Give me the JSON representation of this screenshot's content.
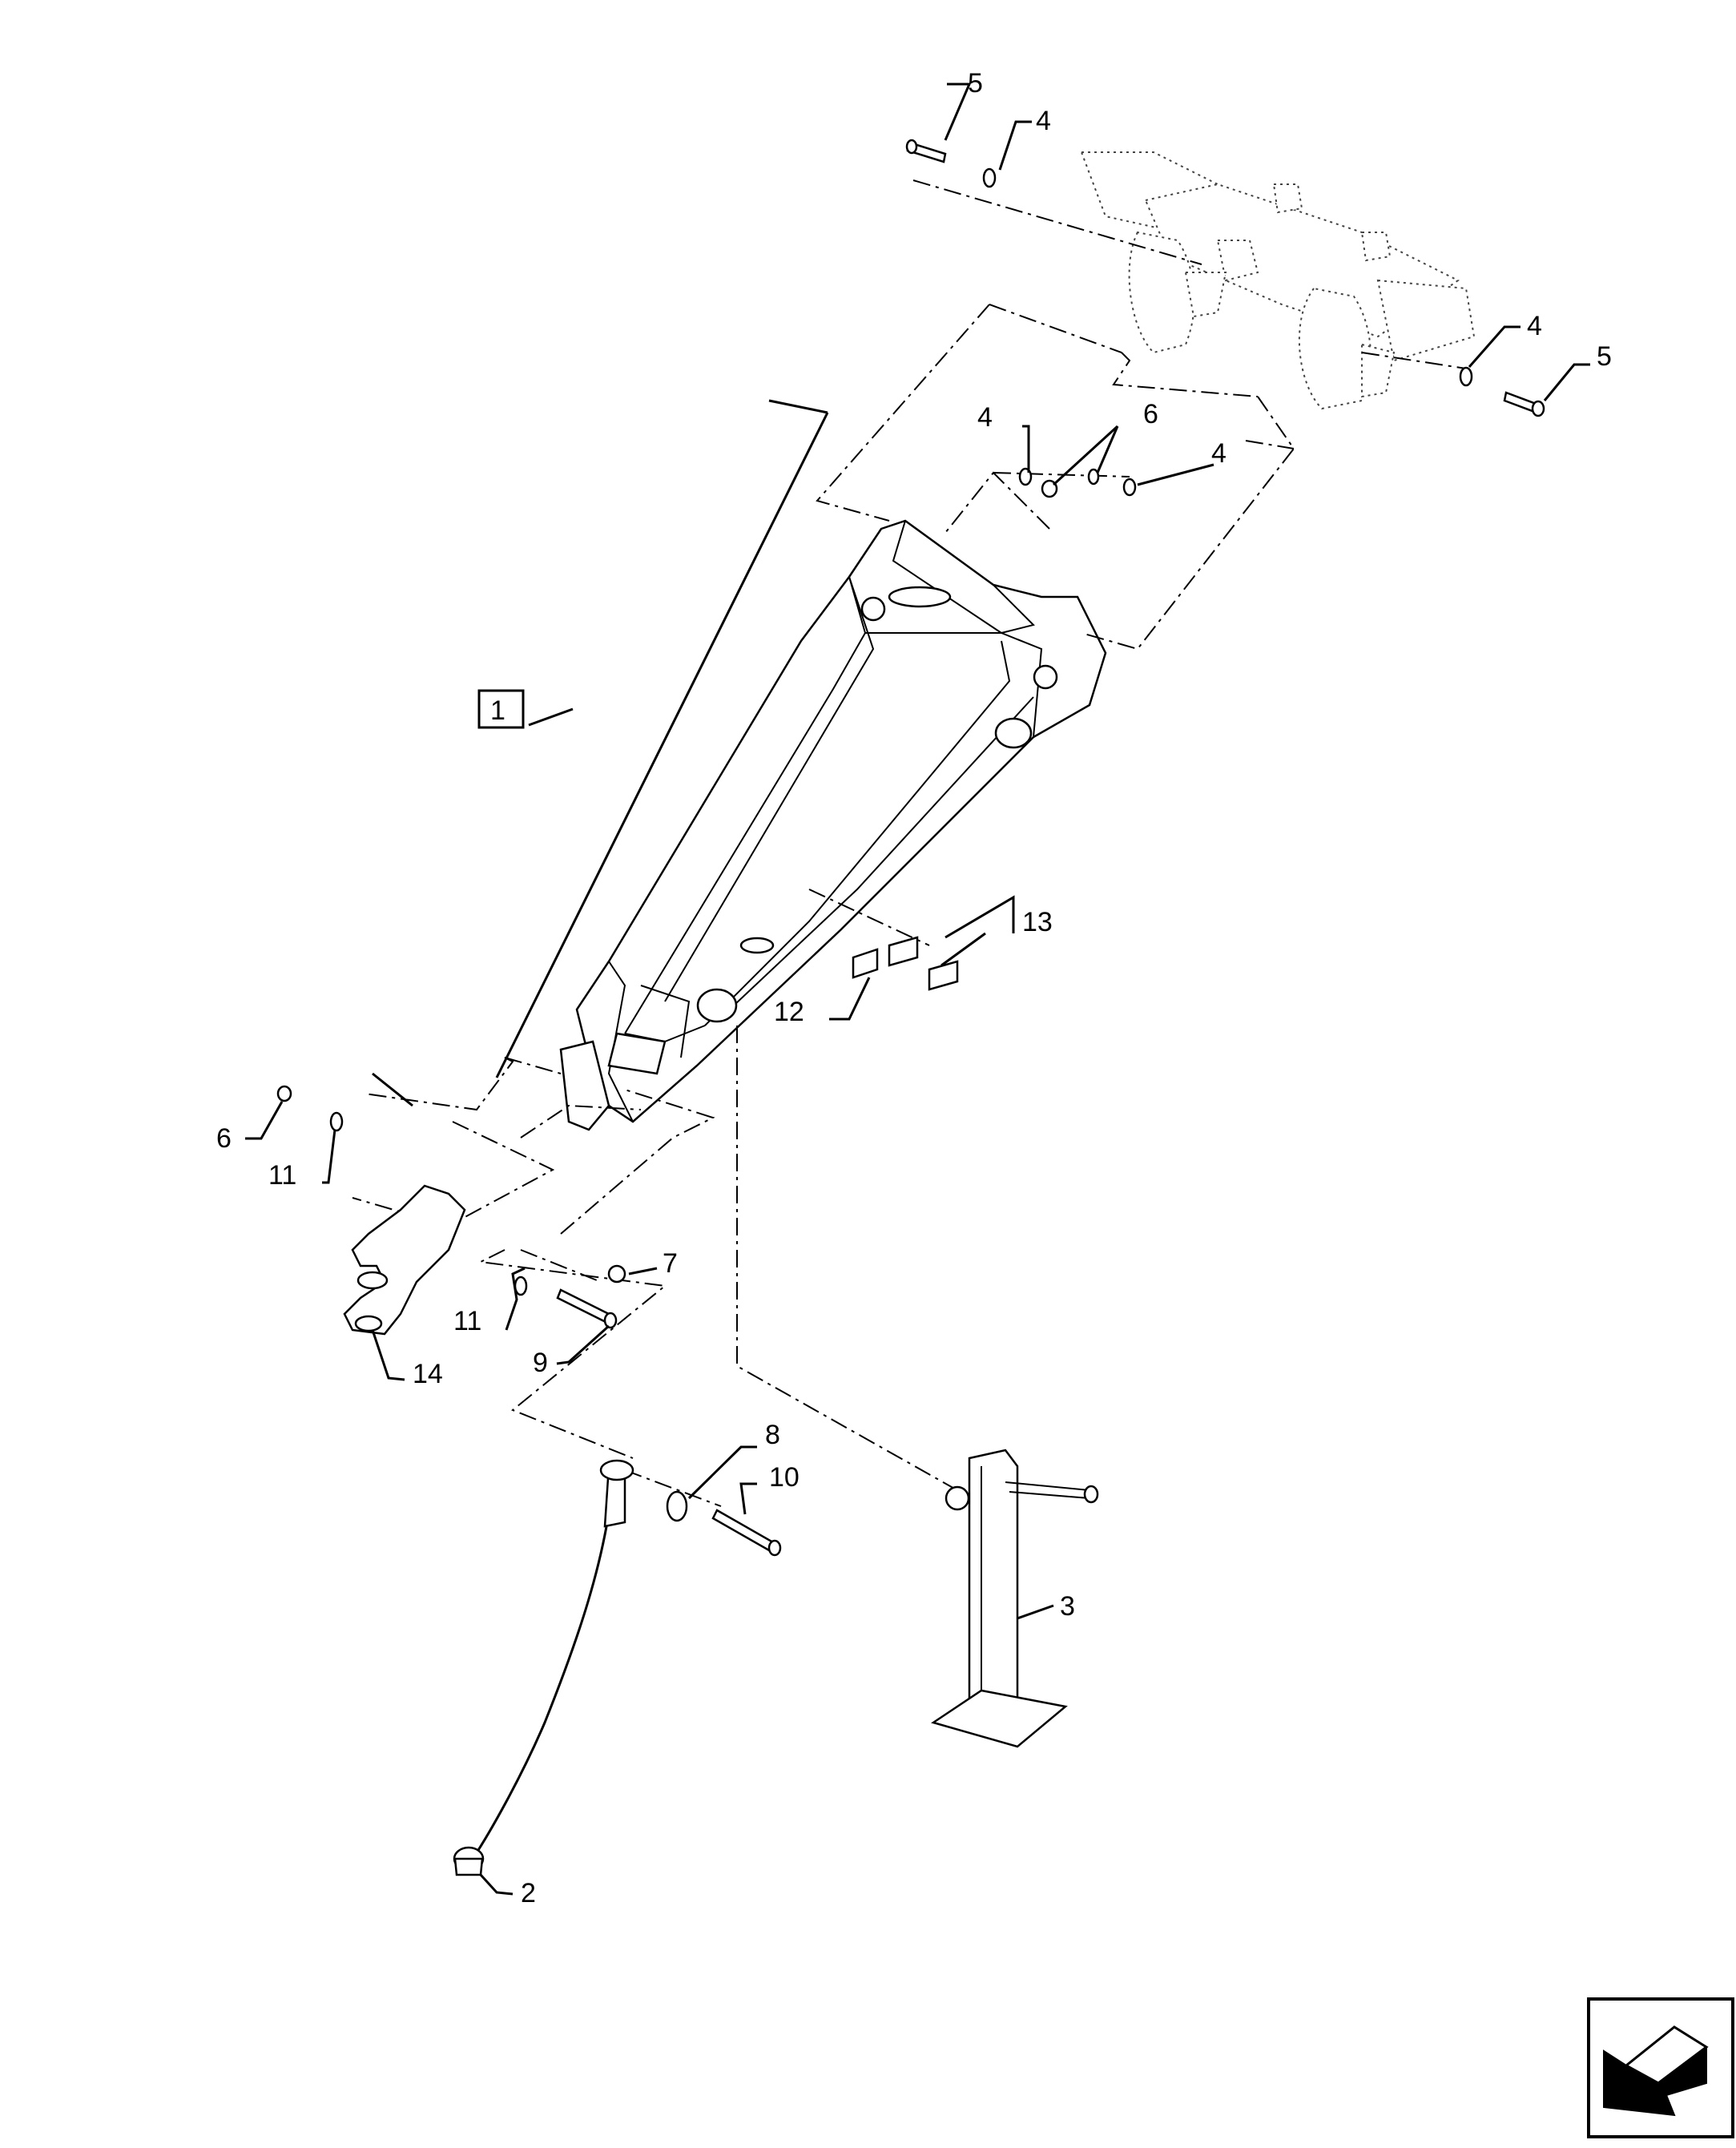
{
  "callouts": {
    "c1": "1",
    "c2": "2",
    "c3": "3",
    "c4a": "4",
    "c4b": "4",
    "c4c": "4",
    "c4d": "4",
    "c5a": "5",
    "c5b": "5",
    "c6a": "6",
    "c6b": "6",
    "c7": "7",
    "c8": "8",
    "c9": "9",
    "c10": "10",
    "c11a": "11",
    "c11b": "11",
    "c12": "12",
    "c13": "13",
    "c14": "14"
  },
  "colors": {
    "line": "#000000",
    "fill": "#ffffff",
    "arrow": "#000000"
  },
  "icons": {
    "orientation": "orientation-arrow-icon"
  }
}
